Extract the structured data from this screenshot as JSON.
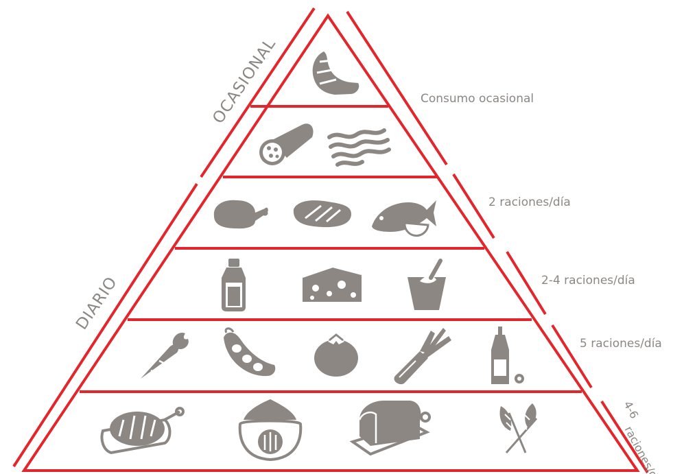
{
  "colors": {
    "accent": "#e2262b",
    "icon": "#8c8783",
    "text": "#8c8783"
  },
  "side_labels": {
    "occasional": "OCASIONAL",
    "daily": "DIARIO"
  },
  "tiers": [
    {
      "id": "occasional-sweets",
      "label": "Consumo ocasional",
      "icons": [
        "croissant-icon"
      ]
    },
    {
      "id": "processed-meats",
      "label": "",
      "icons": [
        "sausage-icon",
        "bacon-icon"
      ]
    },
    {
      "id": "proteins",
      "label": "2 raciones/día",
      "icons": [
        "chicken-icon",
        "steak-icon",
        "fish-icon"
      ]
    },
    {
      "id": "dairy",
      "label": "2-4 raciones/día",
      "icons": [
        "milk-bottle-icon",
        "cheese-icon",
        "yogurt-icon"
      ]
    },
    {
      "id": "vegetables",
      "label": "5 raciones/día",
      "icons": [
        "carrot-icon",
        "peas-icon",
        "tomato-icon",
        "leek-icon",
        "olive-oil-icon"
      ]
    },
    {
      "id": "grains",
      "label_line1": "4-6",
      "label_line2": "raciones/día",
      "icons": [
        "bread-board-icon",
        "flour-sack-icon",
        "bread-loaf-icon",
        "wheat-icon"
      ]
    }
  ]
}
